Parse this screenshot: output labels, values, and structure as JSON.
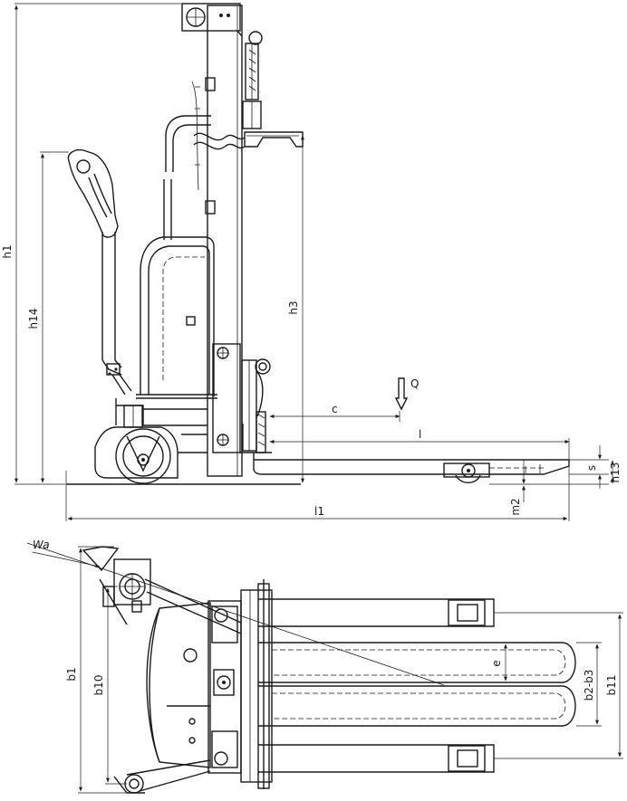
{
  "labels": {
    "h1": "h1",
    "h14": "h14",
    "h3": "h3",
    "Q": "Q",
    "c": "c",
    "l": "l",
    "l1": "l1",
    "s": "s",
    "h13": "h13",
    "m2": "m2",
    "Wa": "Wa",
    "b1": "b1",
    "b10": "b10",
    "e": "e",
    "b2b3": "b2-b3",
    "b11": "b11"
  }
}
